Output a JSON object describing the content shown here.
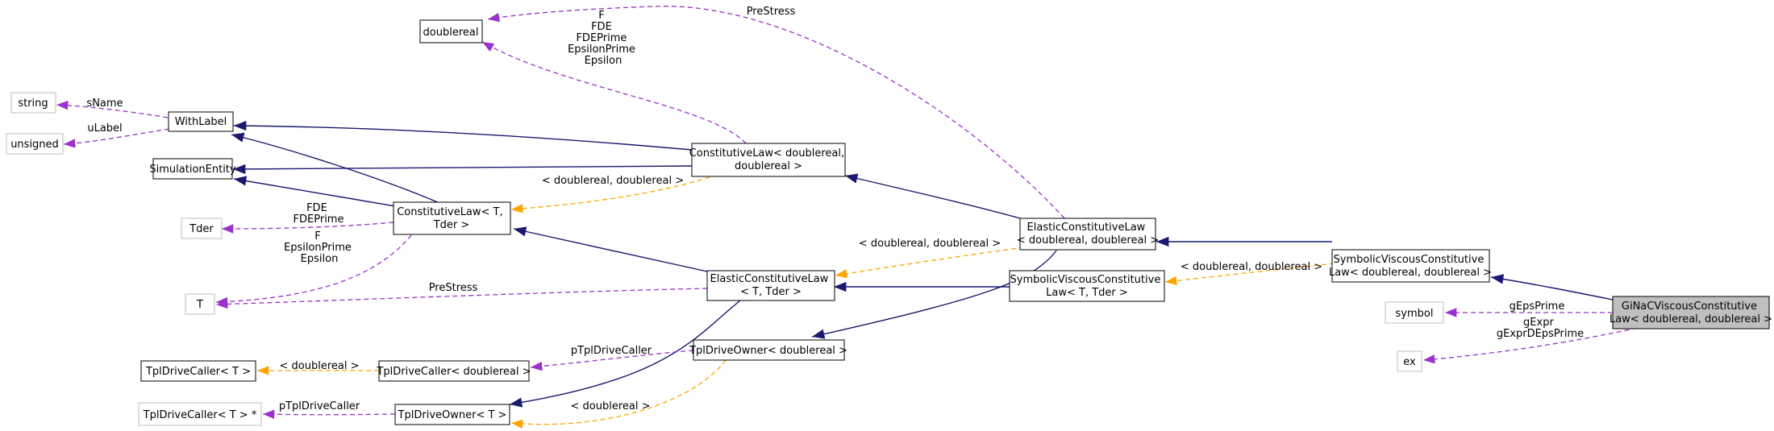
{
  "colors": {
    "inheritance": "#191970",
    "usage": "#9a32cd",
    "template": "#ffa500",
    "node_border": "#000000",
    "external_border": "#bfbfbf",
    "highlight_fill": "#bfbfbf"
  },
  "nodes": {
    "doublereal": [
      "doublereal"
    ],
    "string": [
      "string"
    ],
    "unsigned": [
      "unsigned"
    ],
    "withlabel": [
      "WithLabel"
    ],
    "simulationentity": [
      "SimulationEntity"
    ],
    "tder": [
      "Tder"
    ],
    "t": [
      "T"
    ],
    "cl_t": [
      "ConstitutiveLaw< T,",
      "Tder >"
    ],
    "cl_dd": [
      "ConstitutiveLaw< doublereal,",
      "doublereal >"
    ],
    "ecl_t": [
      "ElasticConstitutiveLaw",
      "< T, Tder >"
    ],
    "ecl_dd": [
      "ElasticConstitutiveLaw",
      "< doublereal, doublereal >"
    ],
    "svcl_t": [
      "SymbolicViscousConstitutive",
      "Law< T, Tder >"
    ],
    "svcl_dd": [
      "SymbolicViscousConstitutive",
      "Law< doublereal, doublereal >"
    ],
    "ginac": [
      "GiNaCViscousConstitutive",
      "Law< doublereal, doublereal >"
    ],
    "symbol": [
      "symbol"
    ],
    "ex": [
      "ex"
    ],
    "tdc_t": [
      "TplDriveCaller< T >"
    ],
    "tdc_d": [
      "TplDriveCaller< doublereal >"
    ],
    "tdc_ptr": [
      "TplDriveCaller< T > *"
    ],
    "tdo_d": [
      "TplDriveOwner< doublereal >"
    ],
    "tdo_t": [
      "TplDriveOwner< T >"
    ]
  },
  "edge_labels": {
    "prestress_top": [
      "PreStress"
    ],
    "f_list": [
      "F",
      "FDE",
      "FDEPrime",
      "EpsilonPrime",
      "Epsilon"
    ],
    "sname": [
      "sName"
    ],
    "ulabel": [
      "uLabel"
    ],
    "cl_template": [
      "< doublereal, doublereal >"
    ],
    "fde_list": [
      "FDE",
      "FDEPrime"
    ],
    "f_eps_list": [
      "F",
      "EpsilonPrime",
      "Epsilon"
    ],
    "prestress_t": [
      "PreStress"
    ],
    "ecl_template": [
      "< doublereal, doublereal >"
    ],
    "svcl_template": [
      "< doublereal, doublereal >"
    ],
    "gepsprime": [
      "gEpsPrime"
    ],
    "gexpr_list": [
      "gExpr",
      "gExprDEpsPrime"
    ],
    "tdc_template": [
      "< doublereal >"
    ],
    "ptpl_d": [
      "pTplDriveCaller"
    ],
    "ptpl_t": [
      "pTplDriveCaller"
    ],
    "tdo_template": [
      "< doublereal >"
    ]
  }
}
